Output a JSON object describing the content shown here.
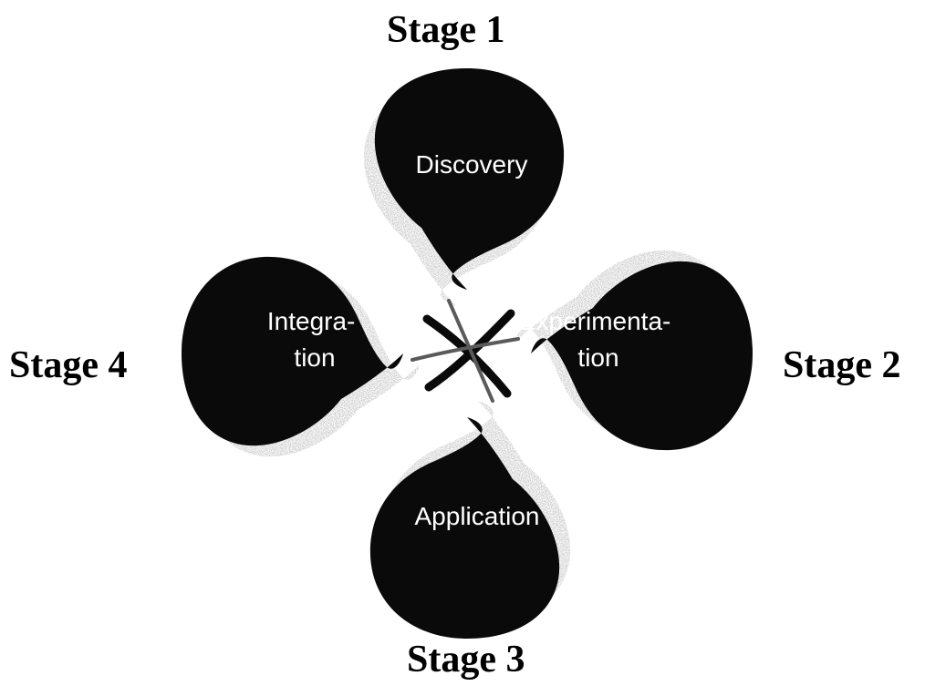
{
  "stages": {
    "top": "Stage 1",
    "right": "Stage 2",
    "bottom": "Stage 3",
    "left": "Stage 4"
  },
  "petals": {
    "discovery": [
      "Discovery"
    ],
    "experimentation": [
      "Experimenta-",
      "tion"
    ],
    "application": [
      "Application"
    ],
    "integration": [
      "Integra-",
      "tion"
    ]
  },
  "colors": {
    "petal_fill": "#0a0a0a",
    "shadow": "#8c8c8c",
    "label_text": "#ffffff",
    "background": "#ffffff"
  }
}
